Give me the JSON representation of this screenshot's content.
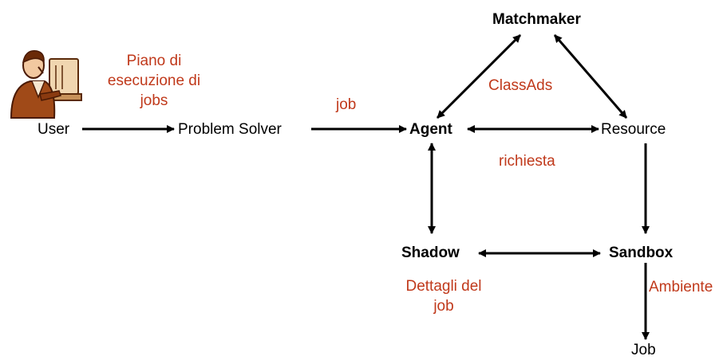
{
  "nodes": {
    "user": "User",
    "problem_solver": "Problem Solver",
    "agent": "Agent",
    "resource": "Resource",
    "matchmaker": "Matchmaker",
    "shadow": "Shadow",
    "sandbox": "Sandbox",
    "job": "Job"
  },
  "edge_labels": {
    "piano_line1": "Piano di",
    "piano_line2": "esecuzione di",
    "piano_line3": "jobs",
    "job": "job",
    "classads": "ClassAds",
    "richiesta": "richiesta",
    "dettagli_line1": "Dettagli del",
    "dettagli_line2": "job",
    "ambiente": "Ambiente"
  },
  "colors": {
    "label": "#c0391b",
    "arrow": "#000000"
  },
  "icons": [
    "user-at-computer-icon"
  ]
}
